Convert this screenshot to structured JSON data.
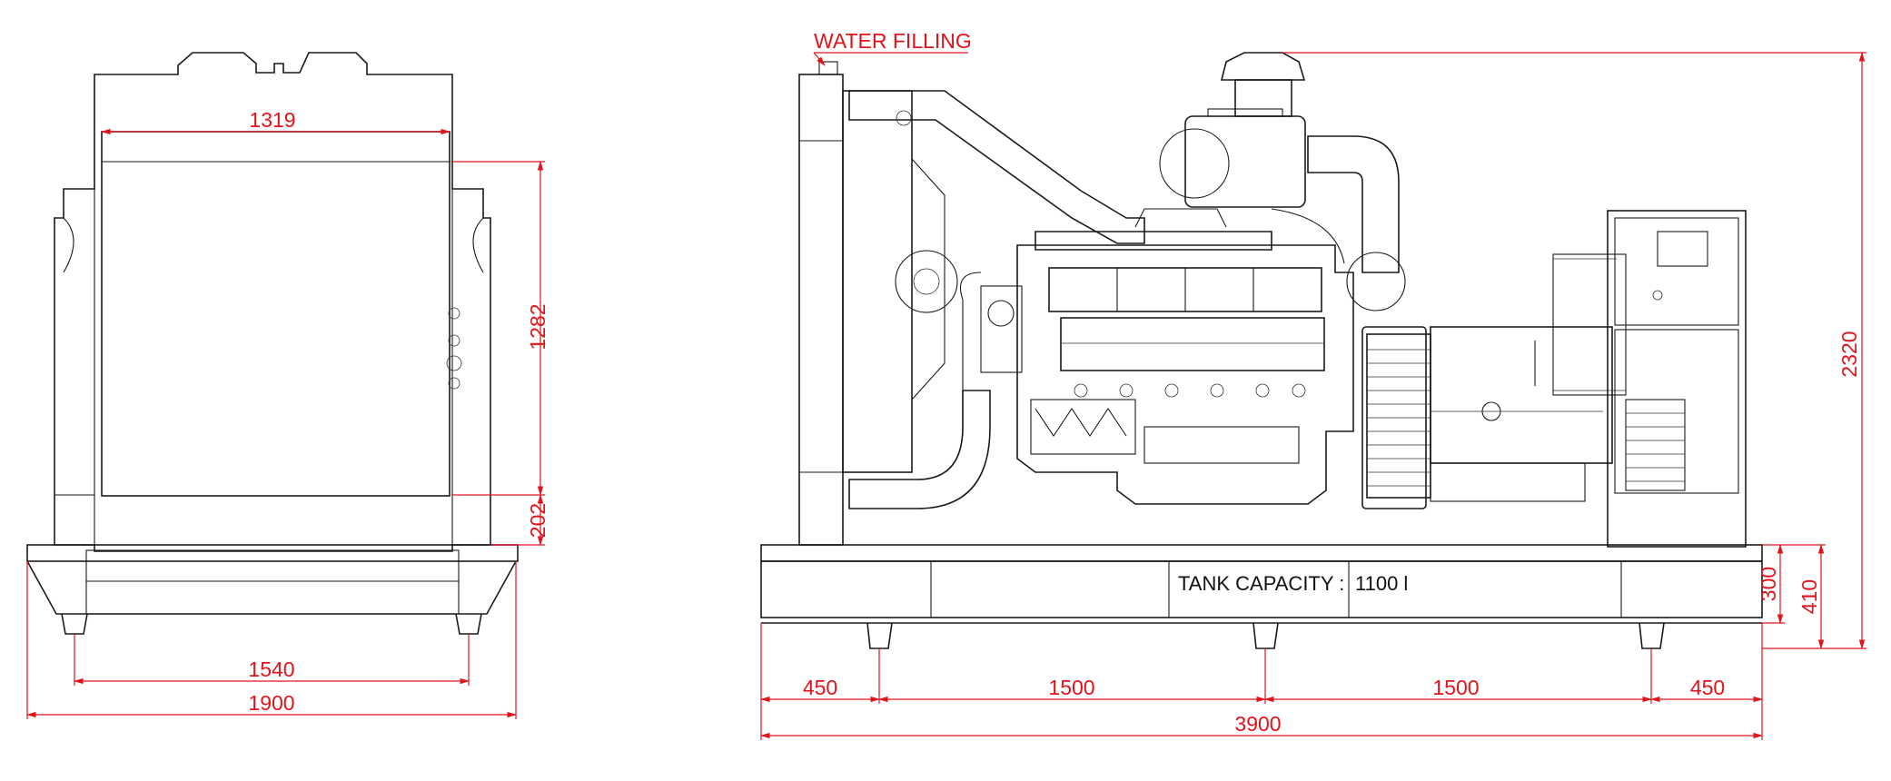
{
  "labels": {
    "water_filling": "WATER FILLING",
    "tank_capacity": "TANK CAPACITY :",
    "tank_value": "1100 l"
  },
  "front_view": {
    "radiator_width": "1319",
    "radiator_height": "1282",
    "base_height": "202",
    "feet_spacing": "1540",
    "overall_width": "1900"
  },
  "side_view": {
    "overall_height": "2320",
    "tank_total_height": "410",
    "tank_height": "300",
    "end_offset_left": "450",
    "spacing_left": "1500",
    "spacing_right": "1500",
    "end_offset_right": "450",
    "overall_length": "3900"
  },
  "colors": {
    "dimension": "#e1141c",
    "lines": "#1a1a1a"
  }
}
